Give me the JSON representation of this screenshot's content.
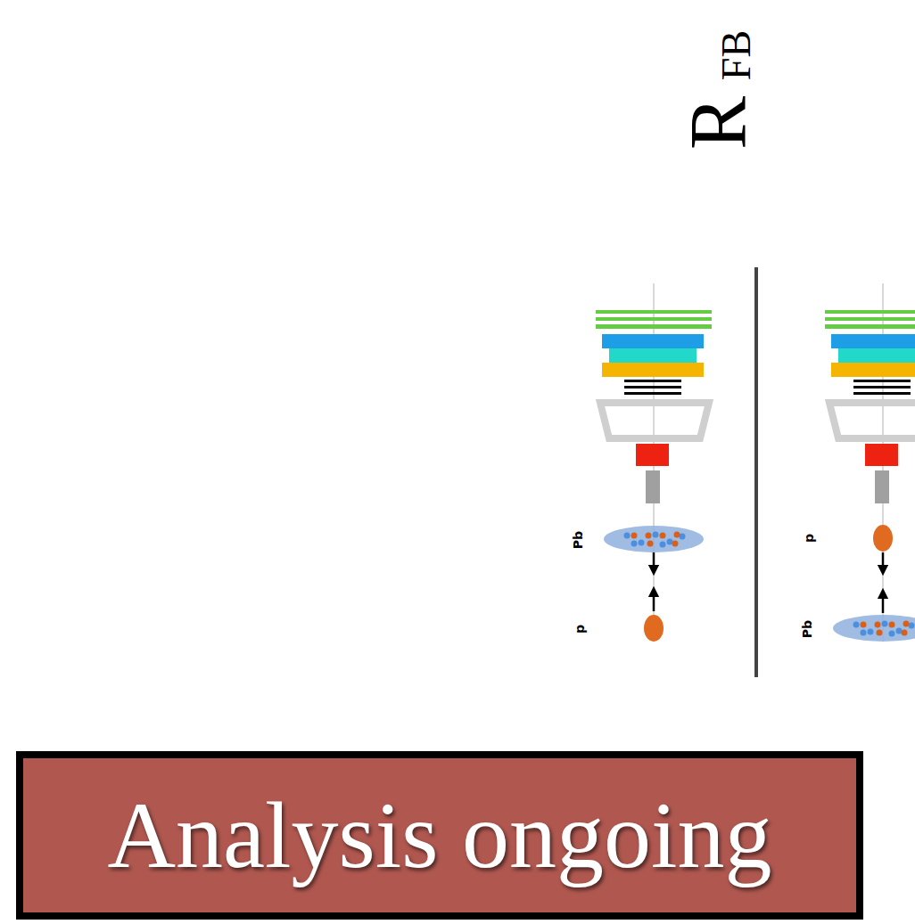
{
  "diagram": {
    "nodes": [
      {
        "text": [
          "Analysis ongoing"
        ]
      }
    ],
    "labels": [
      "R",
      "FB",
      "Pb",
      "p",
      "p",
      "Pb"
    ]
  }
}
